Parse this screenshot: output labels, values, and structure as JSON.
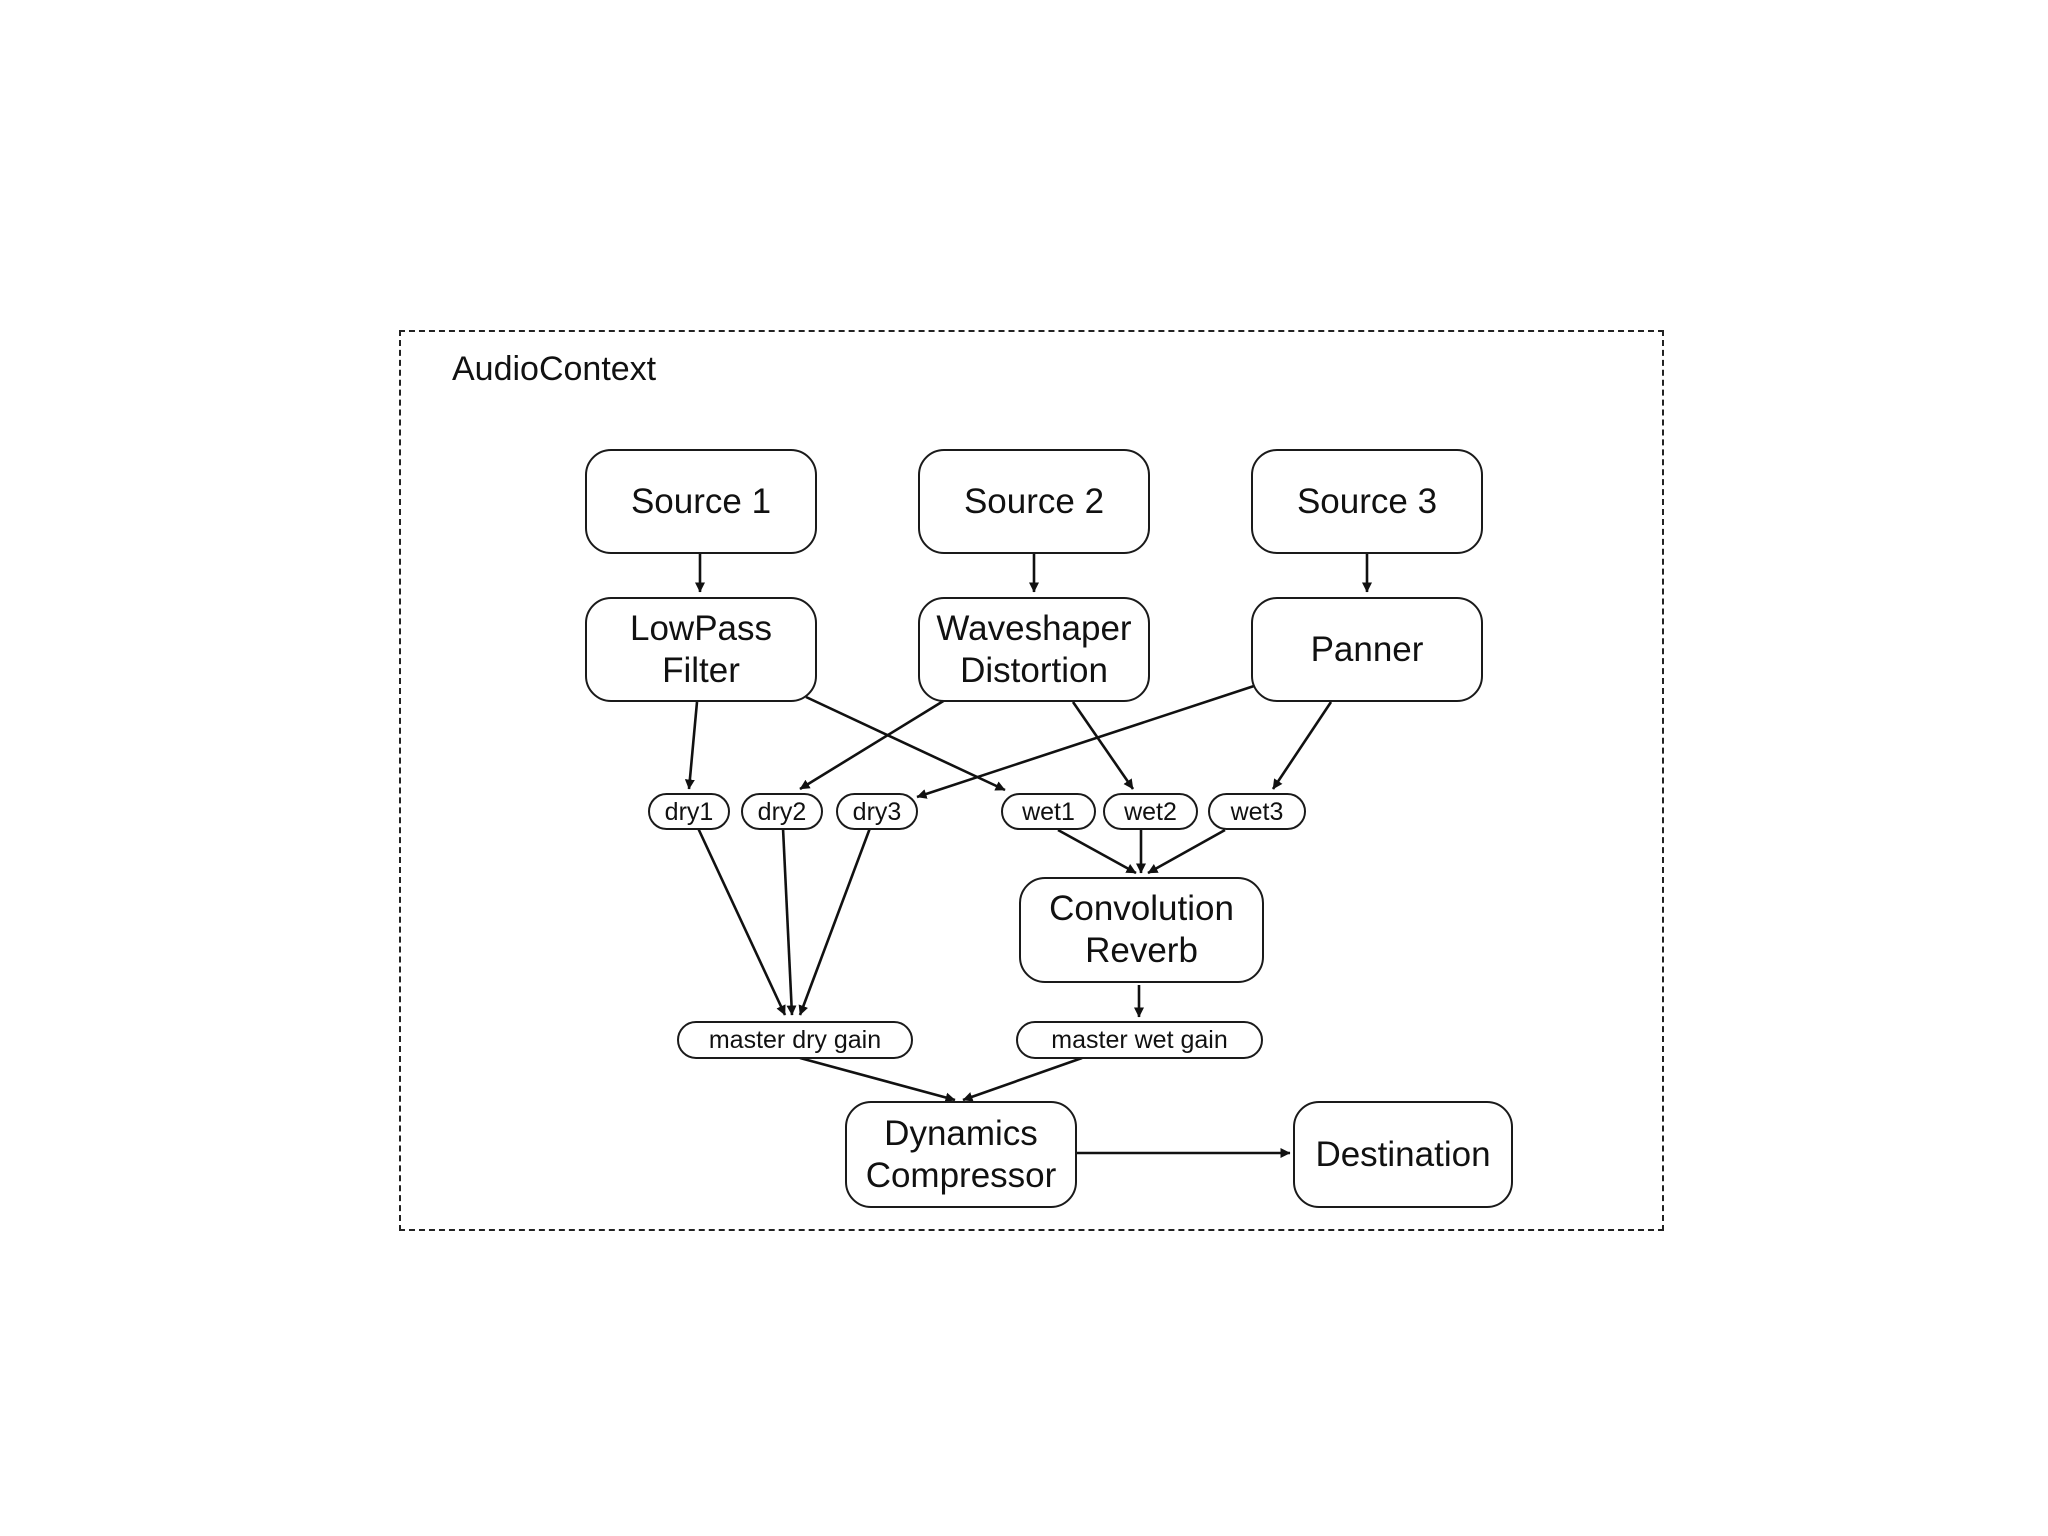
{
  "context_label": "AudioContext",
  "nodes": {
    "source1": "Source 1",
    "source2": "Source 2",
    "source3": "Source 3",
    "lowpass": "LowPass\nFilter",
    "waveshaper": "Waveshaper\nDistortion",
    "panner": "Panner",
    "dry1": "dry1",
    "dry2": "dry2",
    "dry3": "dry3",
    "wet1": "wet1",
    "wet2": "wet2",
    "wet3": "wet3",
    "reverb": "Convolution\nReverb",
    "master_dry": "master dry gain",
    "master_wet": "master wet gain",
    "compressor": "Dynamics\nCompressor",
    "destination": "Destination"
  },
  "edges": [
    [
      "source1",
      "lowpass"
    ],
    [
      "source2",
      "waveshaper"
    ],
    [
      "source3",
      "panner"
    ],
    [
      "lowpass",
      "dry1"
    ],
    [
      "lowpass",
      "wet1"
    ],
    [
      "waveshaper",
      "dry2"
    ],
    [
      "waveshaper",
      "wet2"
    ],
    [
      "panner",
      "dry3"
    ],
    [
      "panner",
      "wet3"
    ],
    [
      "dry1",
      "master_dry"
    ],
    [
      "dry2",
      "master_dry"
    ],
    [
      "dry3",
      "master_dry"
    ],
    [
      "wet1",
      "reverb"
    ],
    [
      "wet2",
      "reverb"
    ],
    [
      "wet3",
      "reverb"
    ],
    [
      "reverb",
      "master_wet"
    ],
    [
      "master_dry",
      "compressor"
    ],
    [
      "master_wet",
      "compressor"
    ],
    [
      "compressor",
      "destination"
    ]
  ]
}
